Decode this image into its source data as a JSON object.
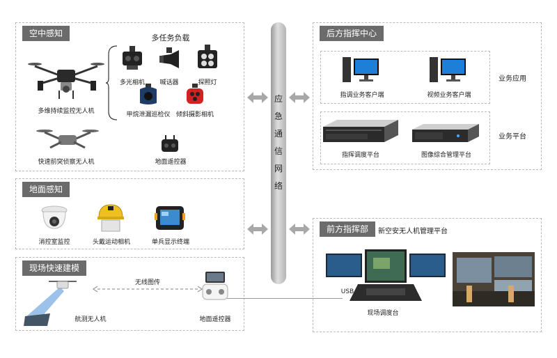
{
  "air": {
    "title": "空中感知",
    "payload_title": "多任务负载",
    "drone_main": "多维持续监控无人机",
    "drone_fast": "快速前突侦察无人机",
    "payloads": [
      "多光相机",
      "喊话器",
      "探照灯",
      "甲烷泄漏巡检仪",
      "倾斜摄影相机"
    ],
    "remote": "地面遥控器"
  },
  "ground": {
    "title": "地面感知",
    "items": [
      "消控室监控",
      "头戴运动相机",
      "单兵显示终端"
    ]
  },
  "site": {
    "title": "现场快速建模",
    "wireless": "无线图传",
    "drone": "航测无人机",
    "remote": "地面遥控器"
  },
  "network": {
    "chars": [
      "应",
      "急",
      "通",
      "信",
      "网",
      "络"
    ]
  },
  "rear": {
    "title": "后方指挥中心",
    "apps": [
      "指调业务客户端",
      "视频业务客户端"
    ],
    "apps_label": "业务应用",
    "platforms": [
      "指挥调度平台",
      "图像综合管理平台"
    ],
    "platforms_label": "业务平台"
  },
  "front": {
    "title": "前方指挥部",
    "platform": "新空安无人机管理平台",
    "usb": "USB",
    "console": "现场调度台"
  }
}
